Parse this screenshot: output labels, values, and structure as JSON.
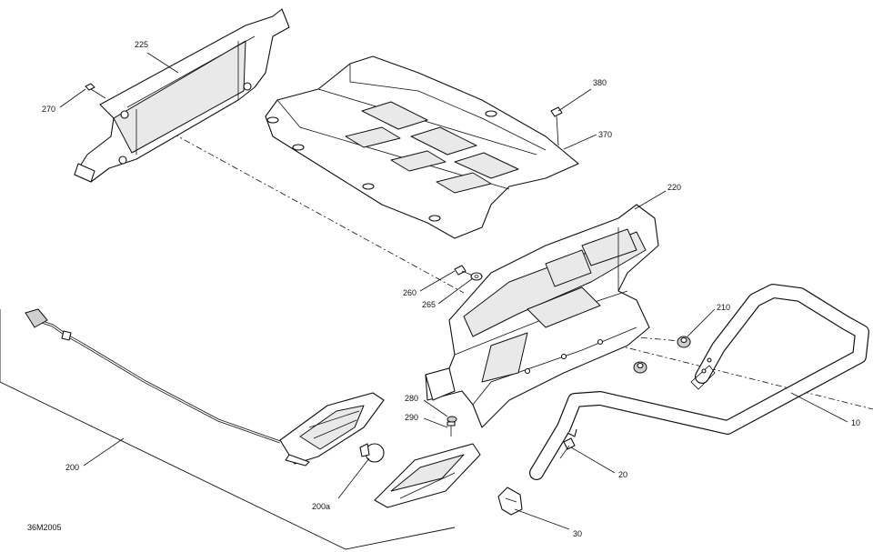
{
  "diagram": {
    "drawing_code": "36M2005",
    "callouts": {
      "c225": "225",
      "c270": "270",
      "c380": "380",
      "c370": "370",
      "c220": "220",
      "c260": "260",
      "c265": "265",
      "c210": "210",
      "c280": "280",
      "c290": "290",
      "c10": "10",
      "c200": "200",
      "c200a": "200a",
      "c20": "20",
      "c30": "30"
    }
  }
}
